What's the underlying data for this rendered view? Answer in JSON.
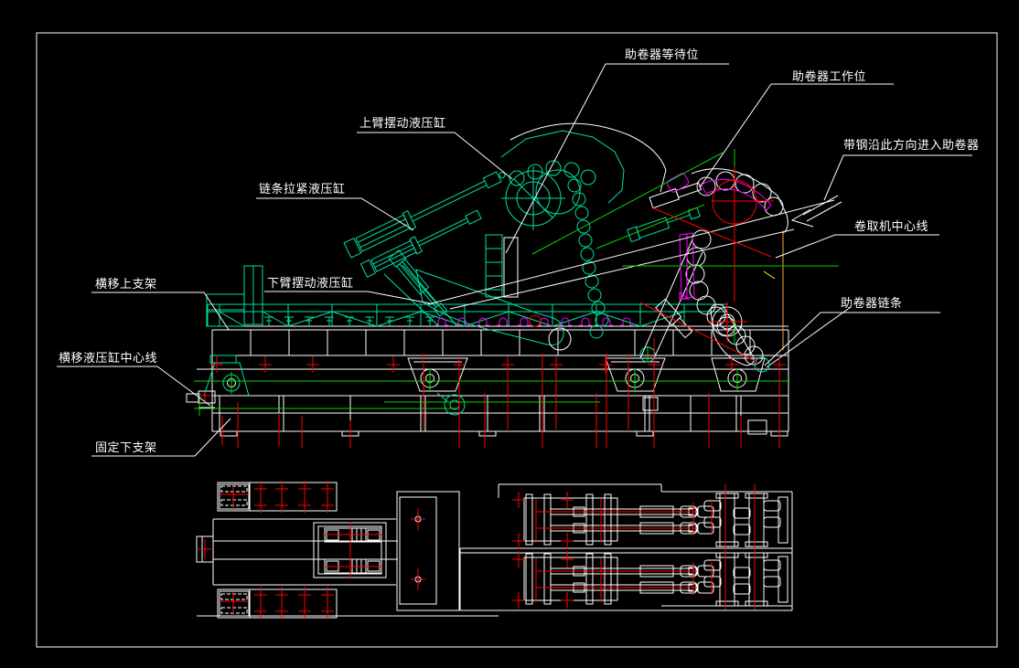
{
  "drawing": {
    "type": "cad-engineering-drawing",
    "background": "#000000",
    "frame_color": "#ffffff"
  },
  "colors": {
    "machine_cyan": "#00e0a0",
    "centerline_green": "#00d800",
    "mark_red": "#ff0000",
    "guide_magenta": "#ff00ff",
    "aux_orange": "#ffa040",
    "aux_yellow": "#ffff00",
    "line_white": "#ffffff"
  },
  "labels": [
    {
      "id": "wrapper-waiting-position",
      "text": "助卷器等待位"
    },
    {
      "id": "wrapper-working-position",
      "text": "助卷器工作位"
    },
    {
      "id": "upper-arm-swing-cylinder",
      "text": "上臂摆动液压缸"
    },
    {
      "id": "chain-tension-cylinder",
      "text": "链条拉紧液压缸"
    },
    {
      "id": "strip-entry-direction",
      "text": "带钢沿此方向进入助卷器"
    },
    {
      "id": "coiler-centerline",
      "text": "卷取机中心线"
    },
    {
      "id": "wrapper-chain",
      "text": "助卷器链条"
    },
    {
      "id": "traverse-upper-support",
      "text": "横移上支架"
    },
    {
      "id": "lower-arm-swing-cylinder",
      "text": "下臂摆动液压缸"
    },
    {
      "id": "traverse-cylinder-centerline",
      "text": "横移液压缸中心线"
    },
    {
      "id": "fixed-lower-support",
      "text": "固定下支架"
    }
  ]
}
